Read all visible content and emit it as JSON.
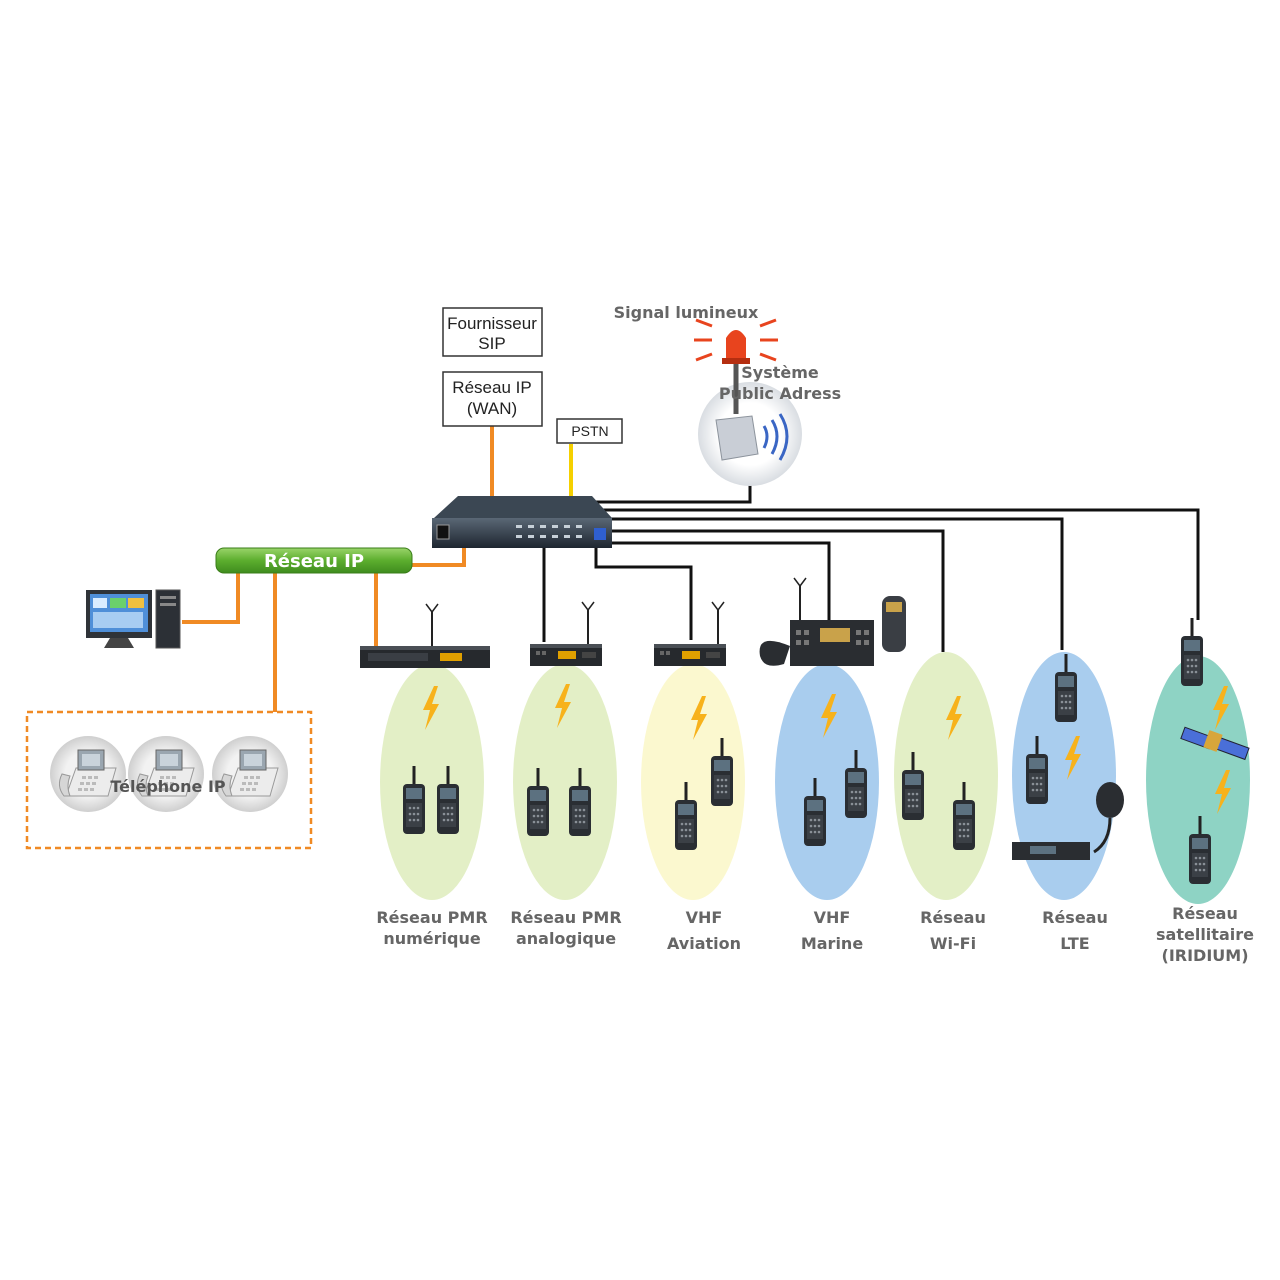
{
  "colors": {
    "ip_link": "#f08a24",
    "pstn_link": "#f5d000",
    "radio_link": "#111111",
    "ip_bar": "#5cae2e",
    "green_zone": "#e3efc6",
    "yellow_zone": "#fbf8cf",
    "blue_zone": "#a9cdee",
    "teal_zone": "#8ed3c4",
    "dashed_box": "#f08a24",
    "lightning": "#f7b21c"
  },
  "top": {
    "sip_box": [
      "Fournisseur",
      "SIP"
    ],
    "wan_box": [
      "Réseau IP",
      "(WAN)"
    ],
    "pstn_box": "PSTN",
    "signal_label": "Signal lumineux",
    "pa_label": [
      "Système",
      "Public Adress"
    ]
  },
  "ip_network": {
    "label": "Réseau IP"
  },
  "telephones": {
    "label": "Téléphone IP"
  },
  "networks": [
    {
      "id": "pmr-num",
      "label": [
        "Réseau PMR",
        "numérique"
      ]
    },
    {
      "id": "pmr-ana",
      "label": [
        "Réseau PMR",
        "analogique"
      ]
    },
    {
      "id": "vhf-avia",
      "label": [
        "VHF",
        "Aviation"
      ]
    },
    {
      "id": "vhf-marine",
      "label": [
        "VHF",
        "Marine"
      ]
    },
    {
      "id": "wifi",
      "label": [
        "Réseau",
        "Wi-Fi"
      ]
    },
    {
      "id": "lte",
      "label": [
        "Réseau",
        "LTE"
      ]
    },
    {
      "id": "sat",
      "label": [
        "Réseau",
        "satellitaire",
        "(IRIDIUM)"
      ]
    }
  ],
  "icons": {
    "gateway": "gateway-device-icon",
    "pc": "dispatch-pc-icon",
    "phone": "ip-phone-icon",
    "beacon": "beacon-light-icon",
    "speaker": "pa-speaker-icon",
    "repeater": "repeater-icon",
    "handheld": "handheld-radio-icon",
    "satellite": "satellite-icon"
  }
}
